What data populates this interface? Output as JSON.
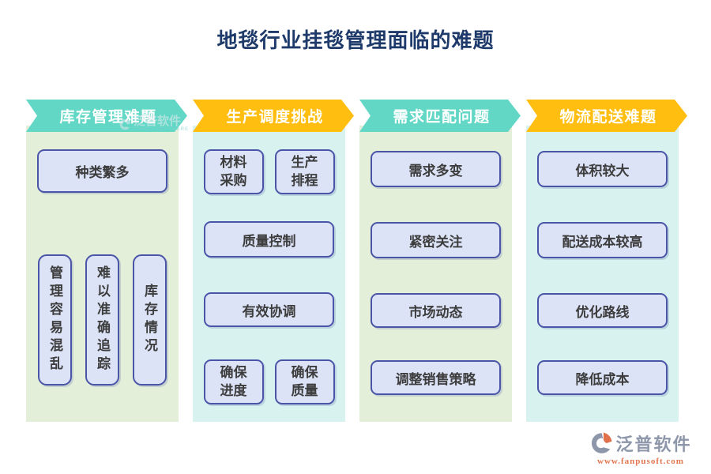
{
  "title": "地毯行业挂毯管理面临的难题",
  "colors": {
    "title": "#1e3a6a",
    "arrow_teal": "#63d7c6",
    "arrow_yellow": "#ffbe10",
    "panel_green": "#e4efd9",
    "panel_cyan": "#d8f3ef",
    "box_fill": "#dce3f7",
    "box_border": "#4a55a8",
    "footer_gray": "#8e97aa",
    "footer_orange": "#e4764f"
  },
  "columns": [
    {
      "header": "库存管理难题",
      "theme": "teal",
      "items": [
        {
          "label": "种类繁多"
        },
        {
          "label": "管理容易混乱"
        },
        {
          "label": "难以准确追踪"
        },
        {
          "label": "库存情况"
        }
      ]
    },
    {
      "header": "生产调度挑战",
      "theme": "yellow",
      "items": [
        {
          "label": "材料采购"
        },
        {
          "label": "生产排程"
        },
        {
          "label": "质量控制"
        },
        {
          "label": "有效协调"
        },
        {
          "label": "确保进度"
        },
        {
          "label": "确保质量"
        }
      ]
    },
    {
      "header": "需求匹配问题",
      "theme": "teal",
      "items": [
        {
          "label": "需求多变"
        },
        {
          "label": "紧密关注"
        },
        {
          "label": "市场动态"
        },
        {
          "label": "调整销售策略"
        }
      ]
    },
    {
      "header": "物流配送难题",
      "theme": "yellow",
      "items": [
        {
          "label": "体积较大"
        },
        {
          "label": "配送成本较高"
        },
        {
          "label": "优化路线"
        },
        {
          "label": "降低成本"
        }
      ]
    }
  ],
  "watermark": {
    "brand": "泛普软件",
    "sub": "FANPU SOFTWARE"
  },
  "footer": {
    "brand": "泛普软件",
    "url": "www.fanpusoft.com"
  }
}
